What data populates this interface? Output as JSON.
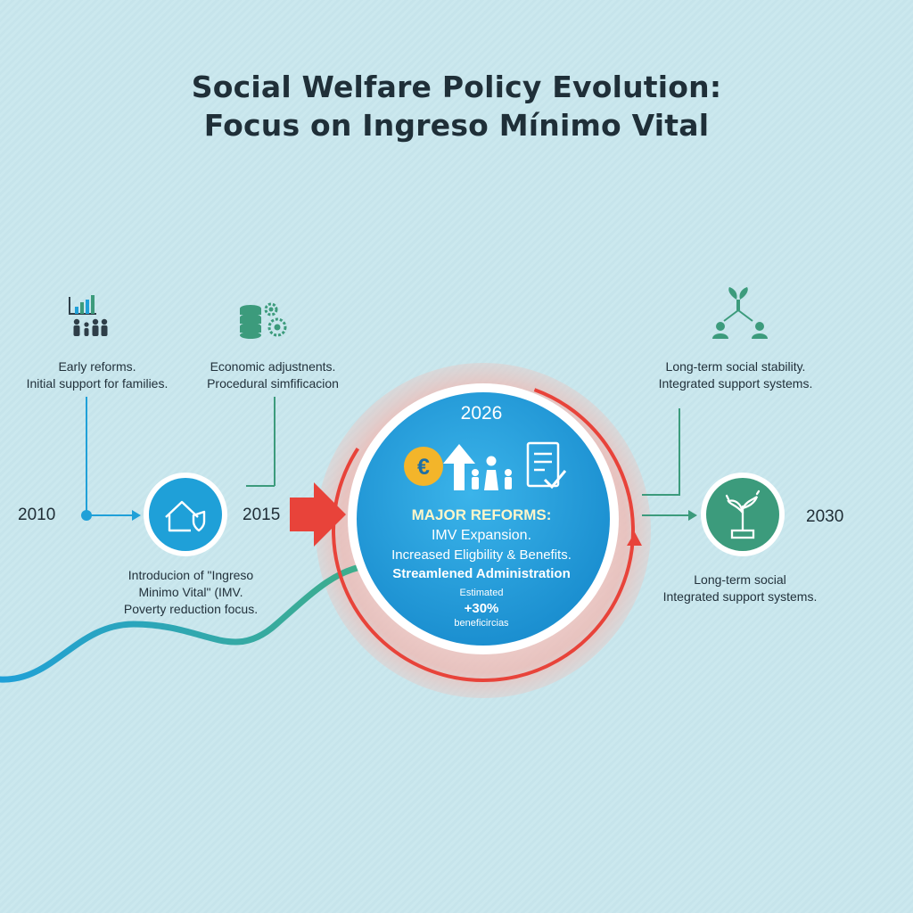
{
  "title": {
    "line1": "Social Welfare Policy Evolution:",
    "line2": "Focus on Ingreso Mínimo Vital"
  },
  "milestones": {
    "m2010": {
      "year": "2010",
      "top_line1": "Early reforms.",
      "top_line2": "Initial support for families.",
      "bottom_line1": "Introducion of \"Ingreso",
      "bottom_line2": "Minimo Vital\" (IMV.",
      "bottom_line3": "Poverty reduction focus."
    },
    "m2015": {
      "year": "2015",
      "top_line1": "Economic adjustnents.",
      "top_line2": "Procedural simfificacion"
    },
    "m2026": {
      "year": "2026",
      "heading": "MAJOR REFORMS:",
      "line1": "IMV Expansion.",
      "line2": "Increased Eligbility & Benefits.",
      "line3": "Streamlened Administration",
      "estimate_label": "Estimated",
      "estimate_value": "+30%",
      "estimate_unit": "beneficircias"
    },
    "m2030": {
      "year": "2030",
      "top_line1": "Long-term social stability.",
      "top_line2": "Integrated support systems.",
      "bottom_line1": "Long-term social",
      "bottom_line2": "Integrated support systems."
    }
  },
  "icons": {
    "m2010_top": "chart-family-icon",
    "m2010_node": "house-shield-icon",
    "m2015_top": "database-gears-icon",
    "m2026": [
      "euro-icon",
      "up-arrow-icon",
      "family-icon",
      "document-check-icon"
    ],
    "m2030_top": "growth-network-icon",
    "m2030_node": "plant-growth-icon"
  },
  "colors": {
    "blue": "#1fa0d8",
    "teal": "#3c9b7c",
    "red": "#e8433a",
    "orange": "#f3b52a"
  }
}
